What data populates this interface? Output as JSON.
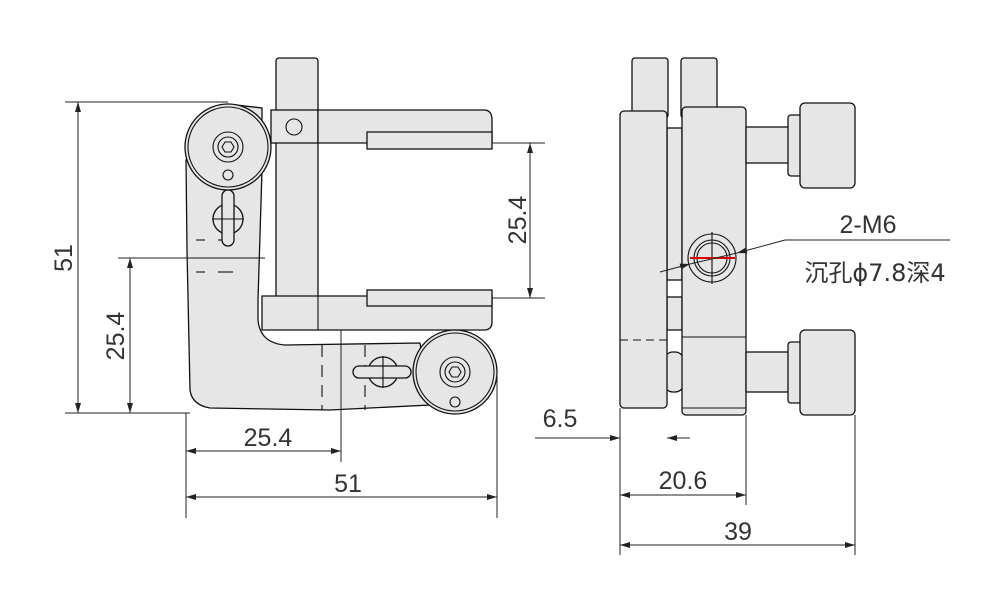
{
  "front_view": {
    "dim_overall_height": "51",
    "dim_lower_height": "25.4",
    "dim_arm_spacing": "25.4",
    "dim_half_width": "25.4",
    "dim_overall_width": "51"
  },
  "side_view": {
    "callout_thread": "2-M6",
    "callout_counterbore": "沉孔ϕ7.8深4",
    "dim_plate_offset": "6.5",
    "dim_body_depth": "20.6",
    "dim_overall_depth": "39"
  },
  "colors": {
    "part_fill": "#e6e6e6",
    "outline": "#111111",
    "centerline_red": "#e00000"
  }
}
